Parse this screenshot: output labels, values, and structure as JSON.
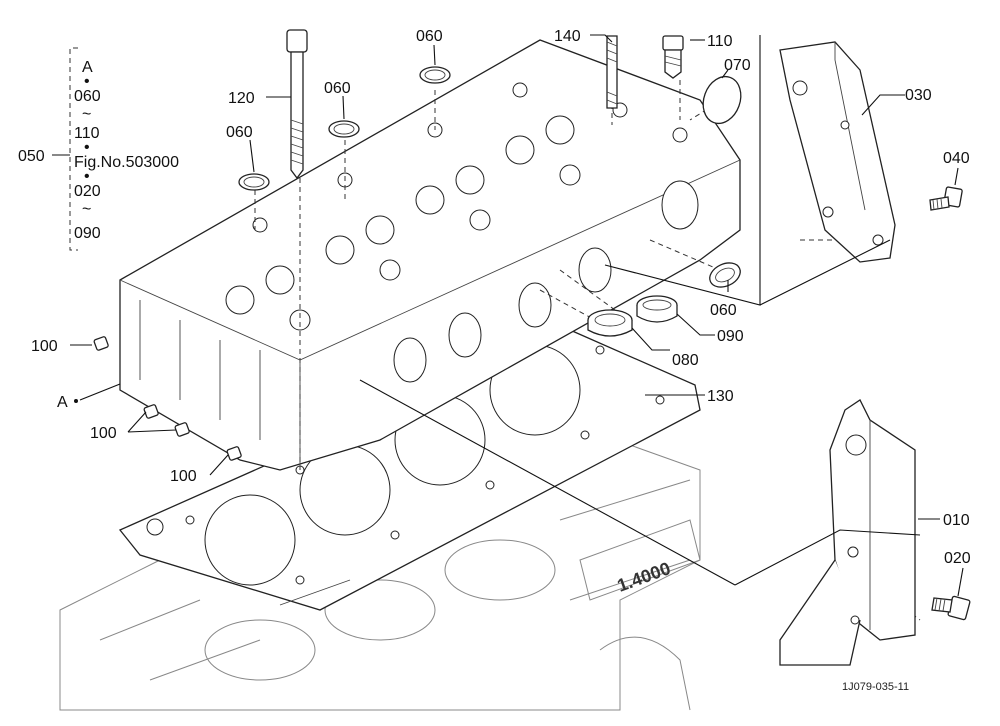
{
  "callouts": {
    "c010": "010",
    "c020": "020",
    "c030": "030",
    "c040": "040",
    "c050": "050",
    "c060a": "060",
    "c060b": "060",
    "c060c": "060",
    "c060d": "060",
    "c070": "070",
    "c080": "080",
    "c090": "090",
    "c100a": "100",
    "c100b": "100",
    "c100c": "100",
    "c110": "110",
    "c120": "120",
    "c130": "130",
    "c140": "140",
    "ref_a": "A"
  },
  "group_note": {
    "line1": "A",
    "line2": "060",
    "line3": "110",
    "line4": "Fig.No.503000",
    "line5": "020",
    "line6": "090",
    "dot": "•",
    "tilde": "~"
  },
  "drawing_code": "1J079-035-11",
  "colors": {
    "ink": "#111111",
    "paper": "#ffffff"
  }
}
